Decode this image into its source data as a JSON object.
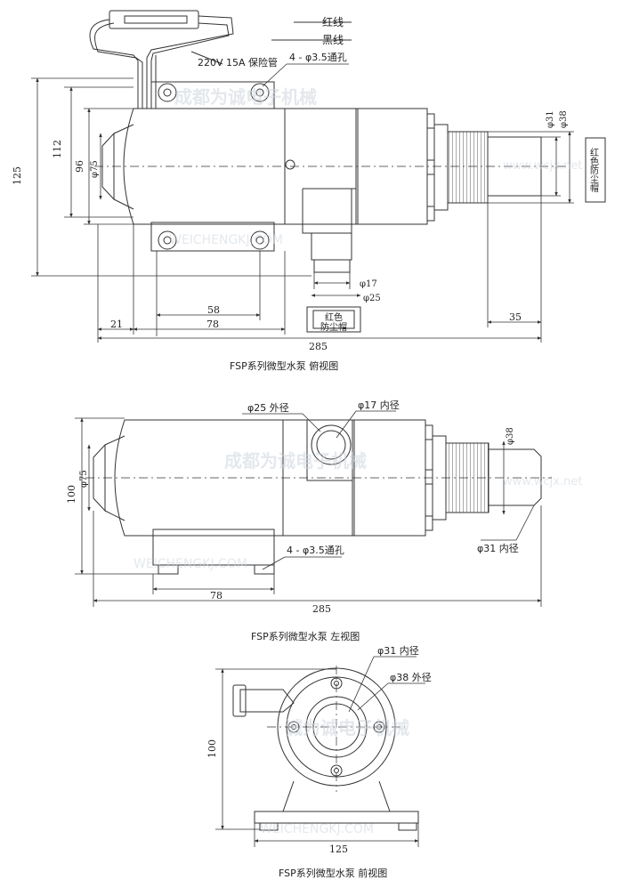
{
  "top_view": {
    "title": "FSP系列微型水泵 俯视图",
    "wire_red": "红线",
    "wire_black": "黑线",
    "fuse": "220V 15A 保险管",
    "holes": "4 - φ3.5通孔",
    "dims": {
      "d125": "125",
      "d112": "112",
      "d96": "96",
      "d75": "φ75",
      "d31": "φ31",
      "d38": "φ38",
      "d17": "φ17",
      "d25": "φ25",
      "d58": "58",
      "d21": "21",
      "d78": "78",
      "d35": "35",
      "d285": "285"
    },
    "cap_side": "红色防尘帽",
    "cap_bottom_1": "红色",
    "cap_bottom_2": "防尘帽",
    "watermark_1": "成都为诚电子机械",
    "watermark_2": "WEICHENGKJ.COM",
    "watermark_3": "www.wcjx.net"
  },
  "left_view": {
    "title": "FSP系列微型水泵 左视图",
    "outer25": "φ25 外径",
    "inner17": "φ17 内径",
    "inner31": "φ31 内径",
    "holes": "4 - φ3.5通孔",
    "dims": {
      "d100": "100",
      "d75": "φ75",
      "d38": "φ38",
      "d78": "78",
      "d285": "285"
    },
    "watermark_1": "成都为诚电子机械",
    "watermark_2": "WEICHENGKJ.COM",
    "watermark_3": "www.wcjx.net"
  },
  "front_view": {
    "title": "FSP系列微型水泵 前视图",
    "inner31": "φ31 内径",
    "outer38": "φ38 外径",
    "dims": {
      "d100": "100",
      "d125": "125"
    },
    "watermark_1": "诚为诚电子机械",
    "watermark_2": "WEICHENGKJ.COM"
  }
}
